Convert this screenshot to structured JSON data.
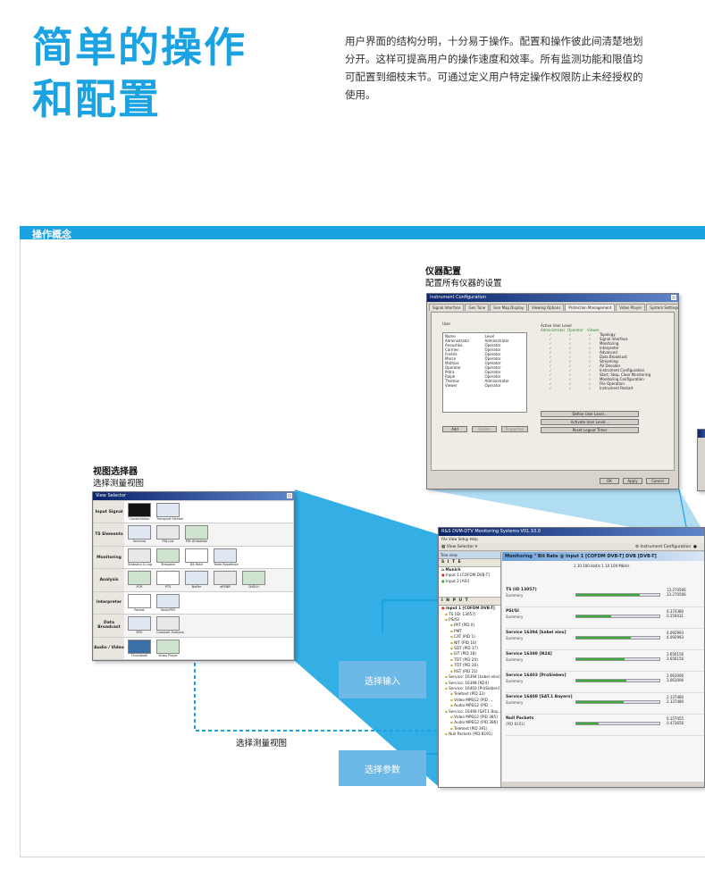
{
  "header": {
    "title_line1": "简单的操作",
    "title_line2": "和配置",
    "intro": "用户界面的结构分明，十分易于操作。配置和操作彼此间清楚地划分开。这样可提高用户的操作速度和效率。所有监测功能和限值均可配置到细枝末节。可通过定义用户特定操作权限防止未经授权的使用。"
  },
  "section": {
    "label": "操作概念"
  },
  "colors": {
    "accent": "#1aa3e0",
    "callout": "#6cb8e6"
  },
  "instrument_config": {
    "caption": "仪器配置",
    "subcaption": "配置所有仪器的设置",
    "window_title": "Instrument Configuration",
    "tabs": [
      "Signal Interface",
      "Gen Tune",
      "Gen Map Display",
      "Viewing Options",
      "Protection Management",
      "Video Player",
      "System Settings"
    ],
    "users_header": "User",
    "columns": [
      "Name",
      "Level"
    ],
    "users": [
      [
        "Administrator",
        "Administrator"
      ],
      [
        "Anoushka",
        "Operator"
      ],
      [
        "Carmen",
        "Operator"
      ],
      [
        "Fredrik",
        "Operator"
      ],
      [
        "Marco",
        "Operator"
      ],
      [
        "Mathias",
        "Operator"
      ],
      [
        "Operator",
        "Operator"
      ],
      [
        "Petra",
        "Operator"
      ],
      [
        "Ralph",
        "Operator"
      ],
      [
        "Thomas",
        "Administrator"
      ],
      [
        "Viewer",
        "Operator"
      ]
    ],
    "active_level_label": "Active User Level",
    "level_columns": [
      "Administrator",
      "Operator",
      "Viewer"
    ],
    "permissions": [
      "Topology",
      "Signal Interface",
      "Monitoring",
      "Interpreter",
      "Advanced",
      "Data Broadcast",
      "Streaming",
      "AV Decoder",
      "",
      "Instrument Configuration",
      "Start, Stop, Clear Monitoring",
      "Monitoring Configuration",
      "File Operation",
      "Instrument Restart"
    ],
    "buttons": {
      "add": "Add",
      "delete": "Delete",
      "properties": "Properties",
      "define": "Define User Level...",
      "activate": "Activate User Level...",
      "reset": "Reset Logout Timer",
      "ok": "OK",
      "apply": "Apply",
      "cancel": "Cancel"
    }
  },
  "view_selector": {
    "caption": "视图选择器",
    "subcaption": "选择测量视图",
    "window_title": "View Selector",
    "rows": [
      {
        "label": "Input Signal",
        "items": [
          "Constellation",
          "Transport Stream"
        ]
      },
      {
        "label": "TS Elements",
        "items": [
          "Services",
          "PID List",
          "PID Utilization"
        ]
      },
      {
        "label": "Monitoring",
        "items": [
          "Statistics & Log",
          "Template",
          "Bit Rate",
          "Table Repetition"
        ]
      },
      {
        "label": "Analysis",
        "items": [
          "PCR",
          "PTS",
          "Buffer",
          "qPSNR",
          "DVB-H"
        ]
      },
      {
        "label": "Interpreter",
        "items": [
          "Packet",
          "Table/PES"
        ]
      },
      {
        "label": "Data Broadcast",
        "items": [
          "EPG",
          "Carousel Analysis"
        ]
      },
      {
        "label": "Audio / Video",
        "items": [
          "Thumbnail",
          "Video Player"
        ]
      }
    ]
  },
  "main_app": {
    "window_title": "R&S DVM-DTV Monitoring Systems V01.10.0",
    "menu": "File   View   Setup   Help",
    "view_selector_btn": "View Selector",
    "instrument_config_btn": "Instrument Configuration",
    "input_btn": "Input",
    "tree_view": "Tree view",
    "site_label": "S I T E",
    "site_name": "Munich",
    "inputs": [
      "Input 1 [COFDM DVB-T]",
      "Input 2 [ASI]"
    ],
    "input_label": "I N P U T",
    "tree": [
      "Input 1 [COFDM DVB-T]",
      "TS (ID: 13057)",
      "PSI/SI",
      "PAT (PID 0)",
      "PMT",
      "CAT (PID 1)",
      "NIT (PID 16)",
      "SDT (PID 17)",
      "EIT (PID 18)",
      "TDT (PID 20)",
      "TOT (PID 20)",
      "RST (PID 21)",
      "Service: 16394 [kabel eins]",
      "Service: 16398 [N24]",
      "Service: 16403 [ProSieben]",
      "Teletext (PID 33)",
      "Video MPEG2 (PID ...",
      "Audio MPEG2 (PID ...",
      "Service: 16408 [SAT.1 Bay...",
      "Video MPEG2 (PID 385)",
      "Audio MPEG2 (PID 386)",
      "Teletext (PID 391)",
      "Null Packets (PID 8191)"
    ],
    "panel_title": "Monitoring \" Bit Rate @ Input 1 [COFDM DVB-T] DVB [DVB-T]",
    "scale": "1    10  100 kbit/s   1      10    100 Mbit/s",
    "rows": [
      {
        "name": "TS (ID 13057)",
        "sub": "Summary",
        "fill": 0.76,
        "v1": "13.270566",
        "v2": "13.270566"
      },
      {
        "name": "PSI/SI",
        "sub": "Summary",
        "fill": 0.42,
        "v1": "0.374380",
        "v2": "0.259431"
      },
      {
        "name": "Service 16394 [kabel eins]",
        "sub": "Summary",
        "fill": 0.66,
        "v1": "4.092993",
        "v2": "4.092993"
      },
      {
        "name": "Service 16398 [N24]",
        "sub": "Summary",
        "fill": 0.58,
        "v1": "3.656156",
        "v2": "3.656156"
      },
      {
        "name": "Service 16403 [ProSieben]",
        "sub": "Summary",
        "fill": 0.6,
        "v1": "3.063006",
        "v2": "3.063006"
      },
      {
        "name": "Service 16408 [SAT.1 Bayern]",
        "sub": "Summary",
        "fill": 0.57,
        "v1": "2.137480",
        "v2": "2.137480"
      },
      {
        "name": "Null Packets",
        "sub": "(PID 8191)",
        "fill": 0.27,
        "v1": "0.157455",
        "v2": "0.473656"
      }
    ]
  },
  "callouts": {
    "select_input": "选择输入",
    "select_view": "选择测量视图",
    "select_param": "选择参数"
  }
}
